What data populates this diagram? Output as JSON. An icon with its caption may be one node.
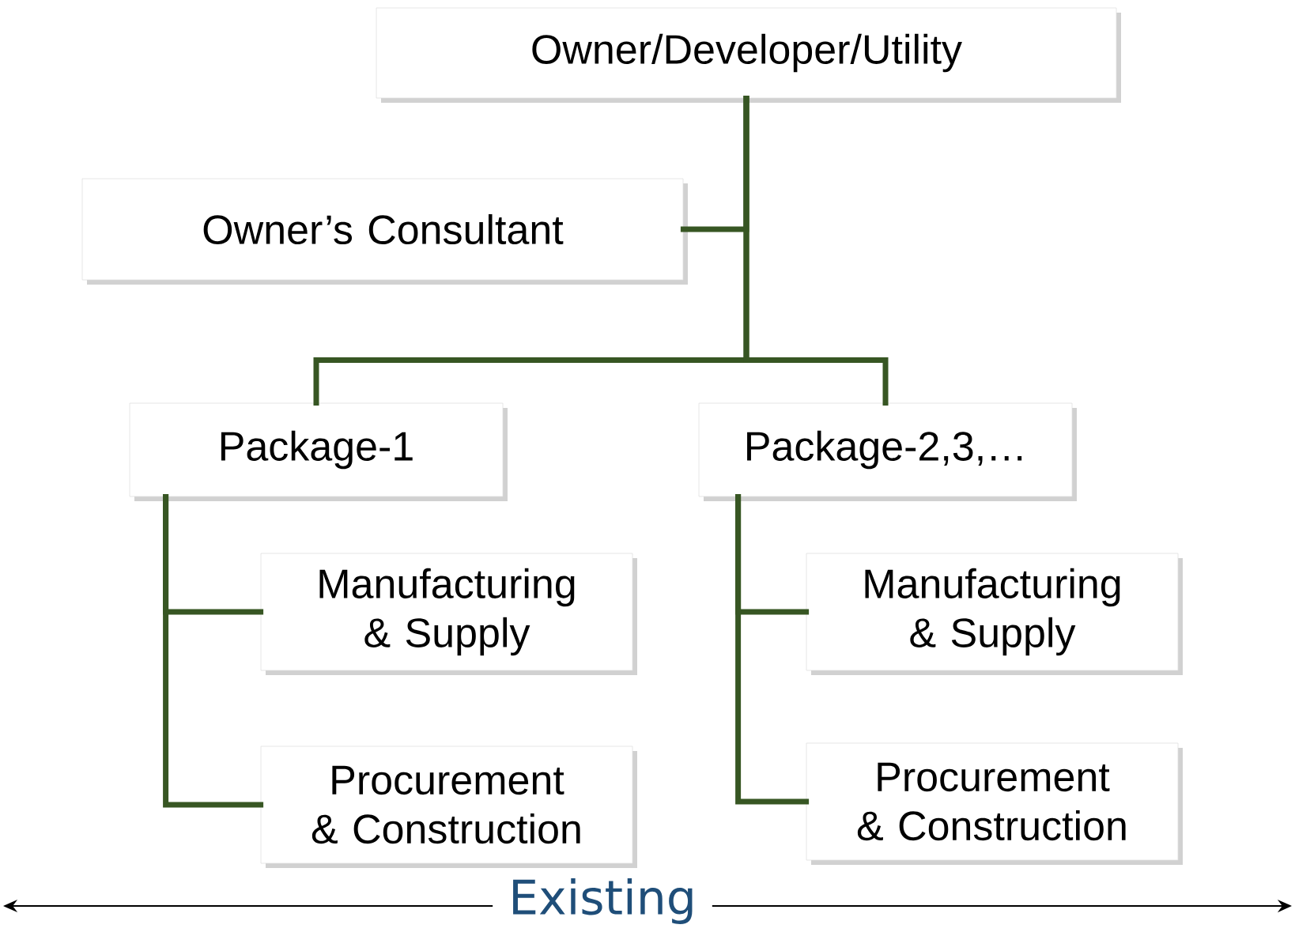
{
  "diagram": {
    "nodes": [
      {
        "text": [
          "Owner/Developer/Utility"
        ]
      },
      {
        "text": [
          "Owner’s Consultant"
        ]
      },
      {
        "text": [
          "Package-1"
        ]
      },
      {
        "text": [
          "Package-2,3,…"
        ]
      },
      {
        "text": [
          "Manufacturing & Supply"
        ]
      },
      {
        "text": [
          "Procurement & Construction"
        ]
      },
      {
        "text": [
          "Manufacturing & Supply"
        ]
      },
      {
        "text": [
          "Procurement & Construction"
        ]
      }
    ],
    "edges": [
      {
        "from": 0,
        "to": 1,
        "arrow": "none"
      },
      {
        "from": 0,
        "to": 2,
        "arrow": "none"
      },
      {
        "from": 0,
        "to": 3,
        "arrow": "none"
      },
      {
        "from": 2,
        "to": 4,
        "arrow": "none"
      },
      {
        "from": 2,
        "to": 5,
        "arrow": "none"
      },
      {
        "from": 3,
        "to": 6,
        "arrow": "none"
      },
      {
        "from": 3,
        "to": 7,
        "arrow": "none"
      }
    ],
    "labels": [
      "Existing"
    ]
  }
}
